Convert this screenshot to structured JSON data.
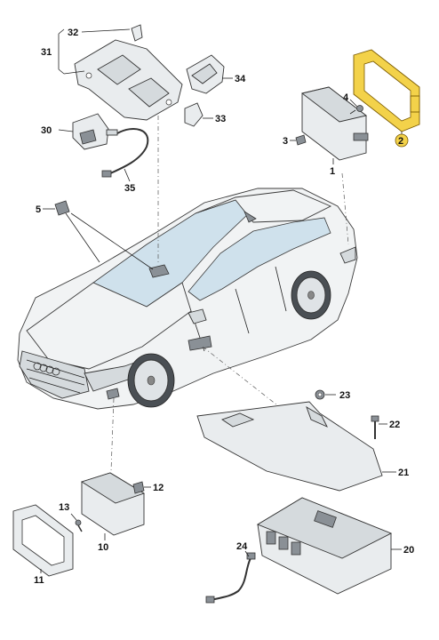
{
  "labels": {
    "p1": "1",
    "p2": "2",
    "p3": "3",
    "p4": "4",
    "p5": "5",
    "p10": "10",
    "p11": "11",
    "p12": "12",
    "p13": "13",
    "p20": "20",
    "p21": "21",
    "p22": "22",
    "p23": "23",
    "p24": "24",
    "p30": "30",
    "p31": "31",
    "p32": "32",
    "p33": "33",
    "p34": "34",
    "p35": "35"
  },
  "highlight_color": "#f3d24a",
  "highlighted_part": "2"
}
